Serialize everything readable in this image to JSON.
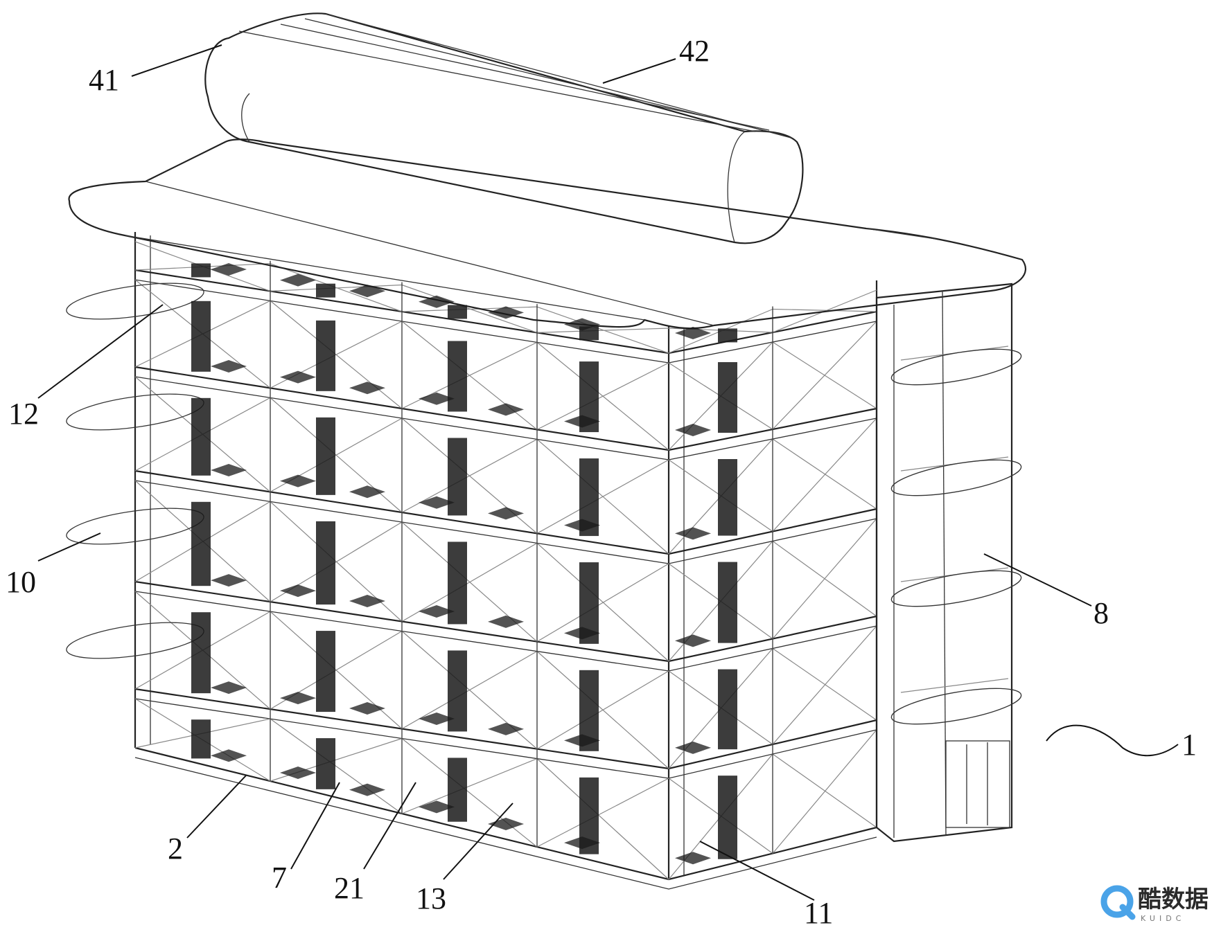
{
  "figure": {
    "callouts": [
      {
        "id": "41",
        "label": "41"
      },
      {
        "id": "42",
        "label": "42"
      },
      {
        "id": "12",
        "label": "12"
      },
      {
        "id": "10",
        "label": "10"
      },
      {
        "id": "8",
        "label": "8"
      },
      {
        "id": "1",
        "label": "1"
      },
      {
        "id": "2",
        "label": "2"
      },
      {
        "id": "7",
        "label": "7"
      },
      {
        "id": "21",
        "label": "21"
      },
      {
        "id": "13",
        "label": "13"
      },
      {
        "id": "11",
        "label": "11"
      }
    ]
  },
  "watermark": {
    "text": "酷数据",
    "subtext": "KUIDC",
    "accent_color": "#4aa3e8"
  }
}
